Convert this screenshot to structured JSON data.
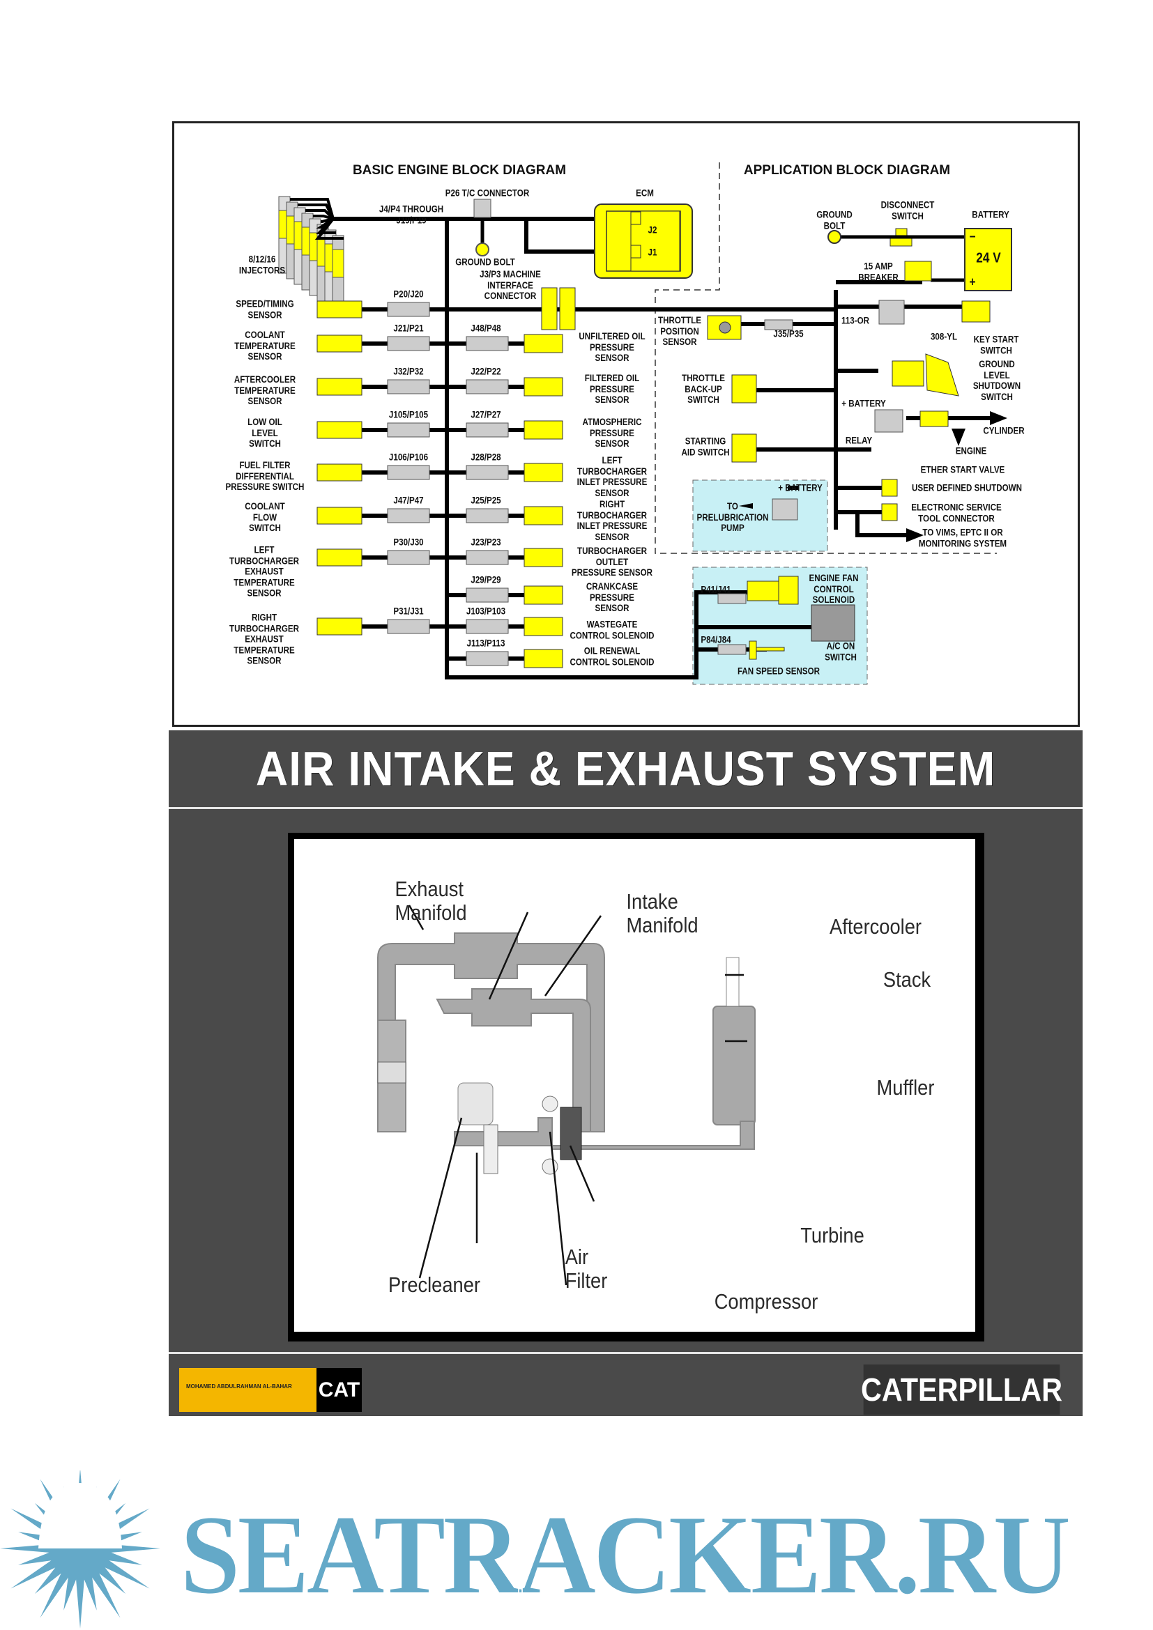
{
  "basic": {
    "title": "BASIC ENGINE BLOCK DIAGRAM",
    "p26": "P26 T/C CONNECTOR",
    "ecm": "ECM",
    "ecm_j2": "J2",
    "ecm_j1": "J1",
    "j4": "J4/P4 THROUGH\nJ19/P19",
    "ground_bolt": "GROUND BOLT",
    "j3": "J3/P3 MACHINE\nINTERFACE\nCONNECTOR",
    "injectors": "8/12/16\nINJECTORS",
    "left_components": [
      {
        "label": "SPEED/TIMING\nSENSOR",
        "connector": "P20/J20"
      },
      {
        "label": "COOLANT\nTEMPERATURE\nSENSOR",
        "connector": "J21/P21"
      },
      {
        "label": "AFTERCOOLER\nTEMPERATURE\nSENSOR",
        "connector": "J32/P32"
      },
      {
        "label": "LOW OIL\nLEVEL\nSWITCH",
        "connector": "J105/P105"
      },
      {
        "label": "FUEL FILTER\nDIFFERENTIAL\nPRESSURE SWITCH",
        "connector": "J106/P106"
      },
      {
        "label": "COOLANT\nFLOW\nSWITCH",
        "connector": "J47/P47"
      },
      {
        "label": "LEFT\nTURBOCHARGER\nEXHAUST\nTEMPERATURE\nSENSOR",
        "connector": "P30/J30"
      },
      {
        "label": "RIGHT\nTURBOCHARGER\nEXHAUST\nTEMPERATURE\nSENSOR",
        "connector": "P31/J31"
      }
    ],
    "right_components": [
      {
        "label": "UNFILTERED OIL\nPRESSURE\nSENSOR",
        "connector": "J48/P48"
      },
      {
        "label": "FILTERED OIL\nPRESSURE\nSENSOR",
        "connector": "J22/P22"
      },
      {
        "label": "ATMOSPHERIC\nPRESSURE\nSENSOR",
        "connector": "J27/P27"
      },
      {
        "label": "LEFT\nTURBOCHARGER\nINLET PRESSURE\nSENSOR",
        "connector": "J28/P28"
      },
      {
        "label": "RIGHT\nTURBOCHARGER\nINLET PRESSURE\nSENSOR",
        "connector": "J25/P25"
      },
      {
        "label": "TURBOCHARGER\nOUTLET\nPRESSURE SENSOR",
        "connector": "J23/P23"
      },
      {
        "label": "CRANKCASE\nPRESSURE\nSENSOR",
        "connector": "J29/P29"
      },
      {
        "label": "WASTEGATE\nCONTROL SOLENOID",
        "connector": "J103/P103"
      },
      {
        "label": "OIL RENEWAL\nCONTROL SOLENOID",
        "connector": "J113/P113"
      }
    ]
  },
  "application": {
    "title": "APPLICATION BLOCK DIAGRAM",
    "ground_bolt": "GROUND\nBOLT",
    "disconnect_switch": "DISCONNECT\nSWITCH",
    "battery": "BATTERY",
    "battery_voltage": "24 V",
    "battery_minus": "−",
    "battery_plus": "+",
    "breaker": "15 AMP\nBREAKER",
    "throttle_position": "THROTTLE\nPOSITION\nSENSOR",
    "j35": "J35/P35",
    "wire_113": "113-OR",
    "wire_308": "308-YL",
    "key_start": "KEY START\nSWITCH",
    "ground_level": "GROUND\nLEVEL\nSHUTDOWN\nSWITCH",
    "throttle_backup": "THROTTLE\nBACK-UP\nSWITCH",
    "plus_battery": "+ BATTERY",
    "relay": "RELAY",
    "cylinder": "CYLINDER",
    "engine": "ENGINE",
    "starting_aid": "STARTING\nAID SWITCH",
    "ether": "ETHER START VALVE",
    "user_shutdown": "USER DEFINED SHUTDOWN",
    "est": "ELECTRONIC SERVICE\nTOOL CONNECTOR",
    "vims": "TO VIMS, EPTC II OR\nMONITORING SYSTEM",
    "prelub_battery": "+ BATTERY",
    "prelub": "TO\nPRELUBRICATION\nPUMP",
    "fan_solenoid": "ENGINE FAN\nCONTROL\nSOLENOID",
    "p41": "P41/J41",
    "ac_switch": "A/C ON\nSWITCH",
    "p84": "P84/J84",
    "fan_speed": "FAN SPEED SENSOR"
  },
  "slide": {
    "title": "AIR INTAKE & EXHAUST SYSTEM",
    "labels": {
      "exhaust_manifold": "Exhaust\nManifold",
      "intake_manifold": "Intake\nManifold",
      "aftercooler": "Aftercooler",
      "stack": "Stack",
      "muffler": "Muffler",
      "turbine": "Turbine",
      "air_filter": "Air\nFilter",
      "precleaner": "Precleaner",
      "compressor": "Compressor"
    },
    "footer": {
      "dealer_logo": "MOHAMED ABDULRAHMAN AL-BAHAR",
      "cat_logo": "CAT",
      "caterpillar_logo": "CATERPILLAR"
    }
  },
  "watermark": {
    "text": "SEATRACKER.RU"
  },
  "colors": {
    "sensor_yellow": "#ffff00",
    "connector_gray": "#c8c8c8",
    "wire": "#000000",
    "option_box": "#c8f0f5",
    "slide_bg": "#4a4a4a",
    "watermark": "#64a9c8"
  }
}
